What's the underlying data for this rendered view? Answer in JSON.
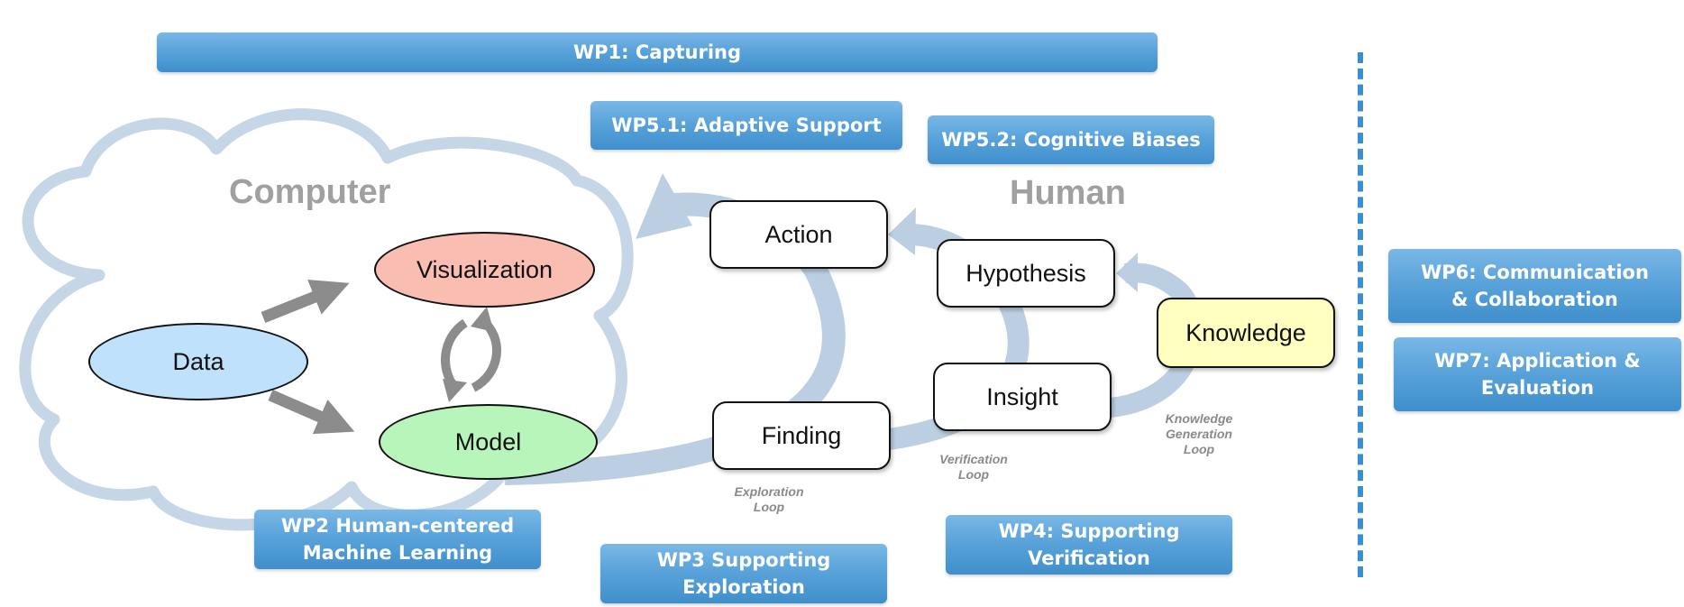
{
  "regions": {
    "computer": "Computer",
    "human": "Human"
  },
  "nodes": {
    "data": "Data",
    "visualization": "Visualization",
    "model": "Model",
    "action": "Action",
    "finding": "Finding",
    "hypothesis": "Hypothesis",
    "insight": "Insight",
    "knowledge": "Knowledge"
  },
  "loops": {
    "exploration": "Exploration\nLoop",
    "verification": "Verification\nLoop",
    "knowledge_generation": "Knowledge\nGeneration\nLoop"
  },
  "work_packages": {
    "wp1": "WP1: Capturing",
    "wp2": "WP2 Human-centered\nMachine Learning",
    "wp3": "WP3 Supporting\nExploration",
    "wp4": "WP4: Supporting\nVerification",
    "wp51": "WP5.1: Adaptive Support",
    "wp52": "WP5.2: Cognitive Biases",
    "wp6": "WP6: Communication\n& Collaboration",
    "wp7": "WP7: Application &\nEvaluation"
  },
  "colors": {
    "wp_box": "#5aa3da",
    "divider": "#3a8fcc",
    "cloud": "#c5d6e6",
    "loop_arrow": "#bccfe2",
    "data_fill": "#bfe1fb",
    "visualization_fill": "#f9bdb1",
    "model_fill": "#b7f5bb",
    "knowledge_fill": "#ffffc0",
    "arrow_gray": "#8c8c8c"
  },
  "icons": {
    "cycle": "refresh-cycle-icon",
    "arrow": "thick-arrow-icon"
  }
}
